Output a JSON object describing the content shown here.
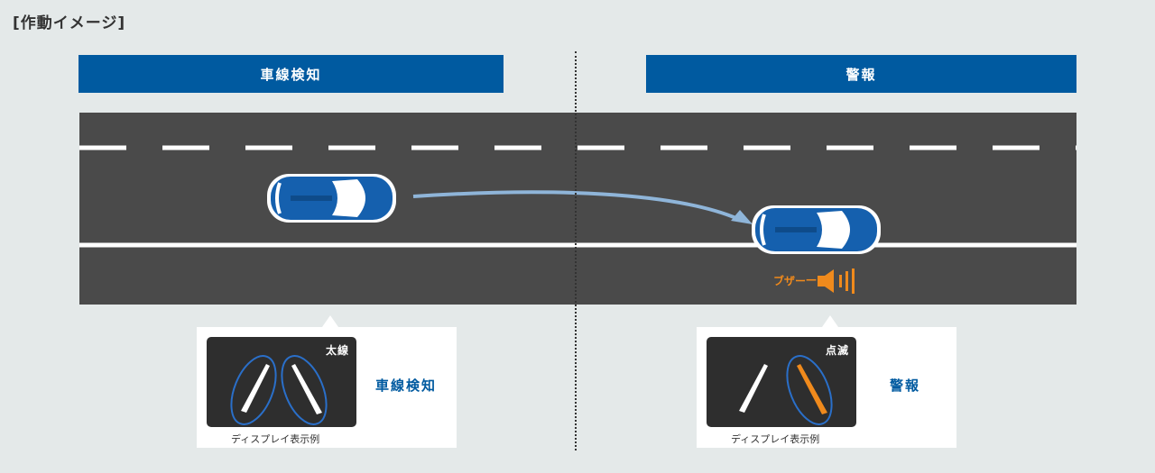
{
  "title": "[作動イメージ]",
  "phases": {
    "detect": {
      "banner": "車線検知",
      "display_tag": "太線",
      "status": "車線検知",
      "caption": "ディスプレイ表示例"
    },
    "warn": {
      "banner": "警報",
      "display_tag": "点滅",
      "status": "警報",
      "caption": "ディスプレイ表示例"
    }
  },
  "buzzer": {
    "label": "ブザー",
    "icon": "speaker-icon"
  },
  "colors": {
    "banner": "#005aa0",
    "road": "#4a4a4a",
    "car": "#1560ae",
    "arrow": "#8fb5d9",
    "warning": "#f08a1c",
    "lane_highlight": "#2a6fc9"
  }
}
